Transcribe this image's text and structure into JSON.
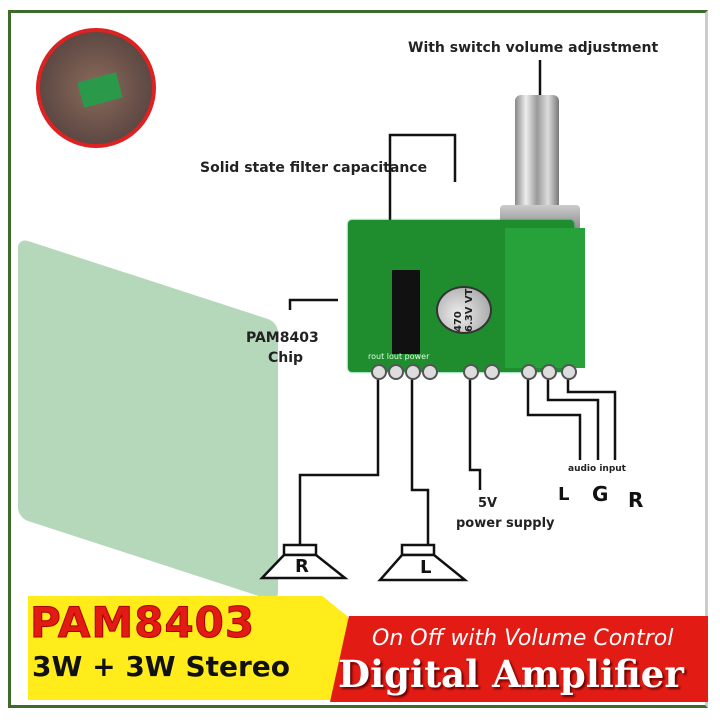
{
  "labels": {
    "switch_volume": "With switch volume adjustment",
    "filter_cap": "Solid state filter capacitance",
    "chip_line1": "PAM8403",
    "chip_line2": "Chip",
    "power_line1": "5V",
    "power_line2": "power supply",
    "audio_input": "audio input",
    "audio_l": "L",
    "audio_g": "G",
    "audio_r": "R",
    "speaker_r": "R",
    "speaker_l": "L",
    "capacitor_marking": "470 6.3V VT",
    "pcb_silk": "rout  lout  power"
  },
  "banner": {
    "model": "PAM8403",
    "power": "3W + 3W Stereo",
    "feature": "On Off with Volume Control",
    "product": "Digital Amplifier"
  },
  "colors": {
    "pcb": "#1f8c2e",
    "banner_yellow": "#ffec1a",
    "banner_red": "#e21c14"
  }
}
